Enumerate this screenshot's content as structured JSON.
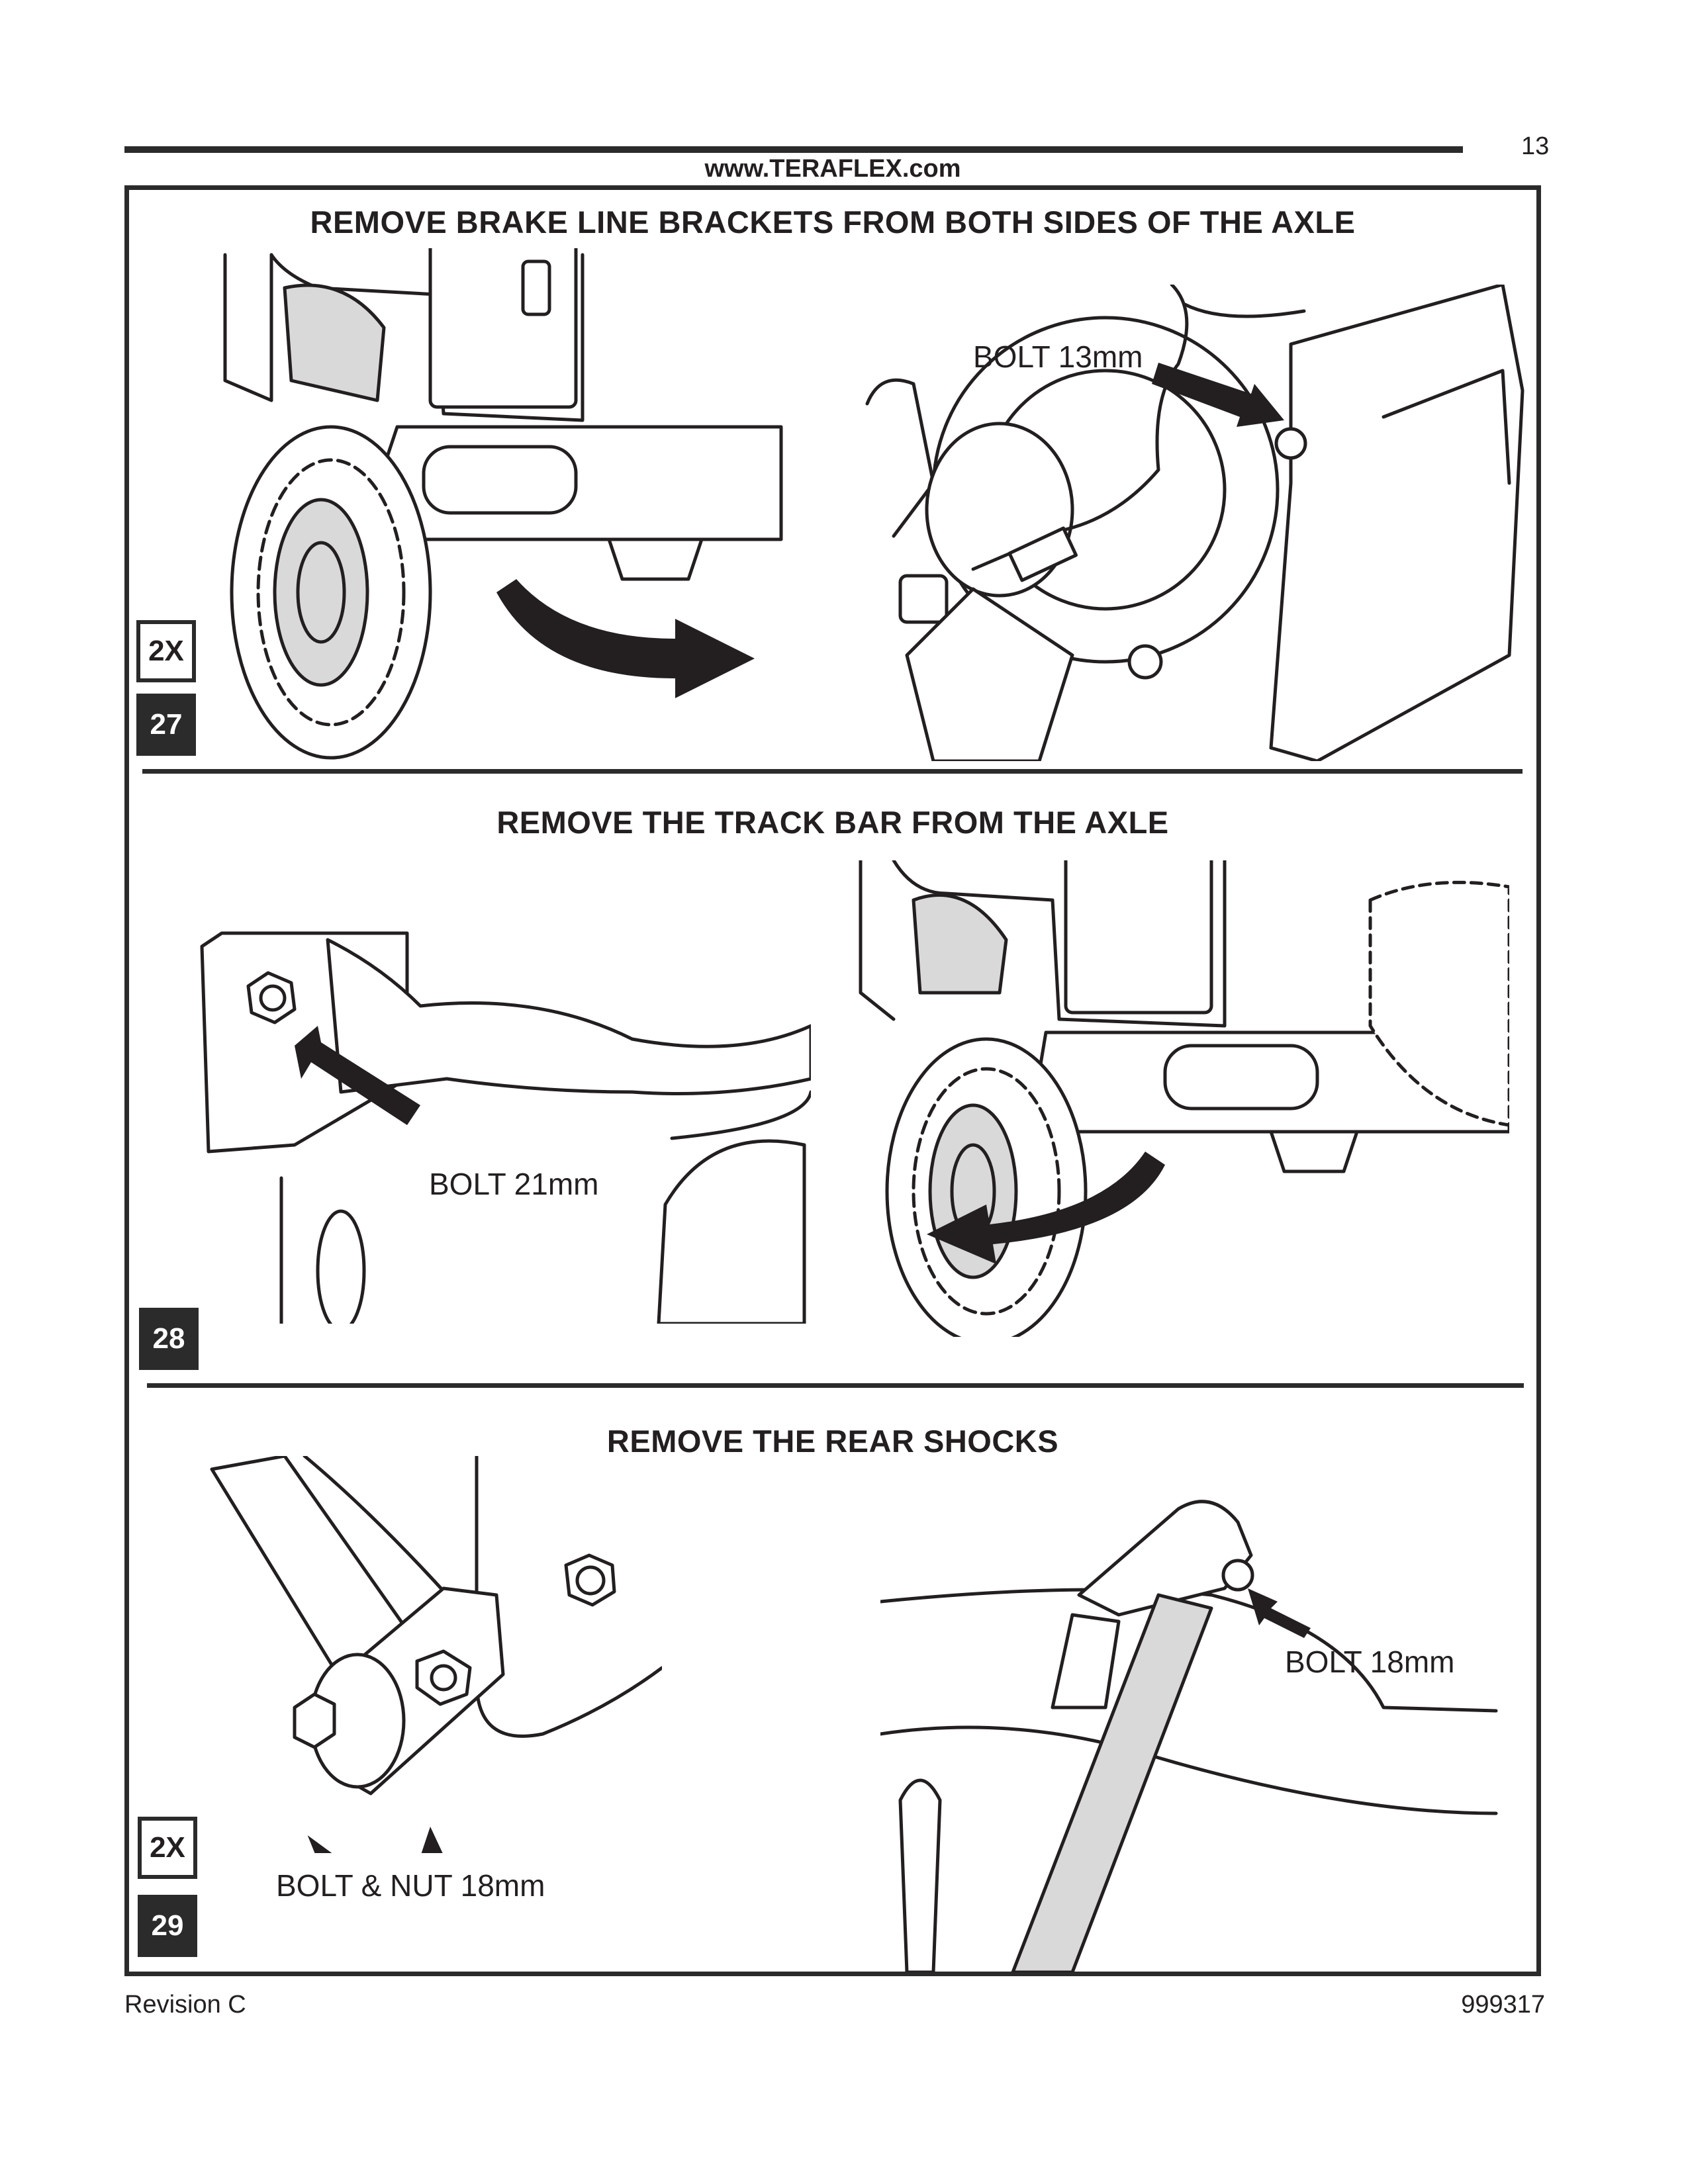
{
  "header": {
    "page_number": "13",
    "website": "www.TERAFLEX.com"
  },
  "steps": [
    {
      "number": "27",
      "count": "2X",
      "title": "REMOVE BRAKE LINE BRACKETS FROM BOTH SIDES OF THE AXLE",
      "labels": [
        "BOLT 13mm"
      ]
    },
    {
      "number": "28",
      "title": "REMOVE THE TRACK BAR FROM THE AXLE",
      "labels": [
        "BOLT 21mm"
      ]
    },
    {
      "number": "29",
      "count": "2X",
      "title": "REMOVE THE REAR SHOCKS",
      "labels": [
        "BOLT & NUT 18mm",
        "BOLT 18mm"
      ]
    }
  ],
  "footer": {
    "revision": "Revision C",
    "part_number": "999317"
  }
}
